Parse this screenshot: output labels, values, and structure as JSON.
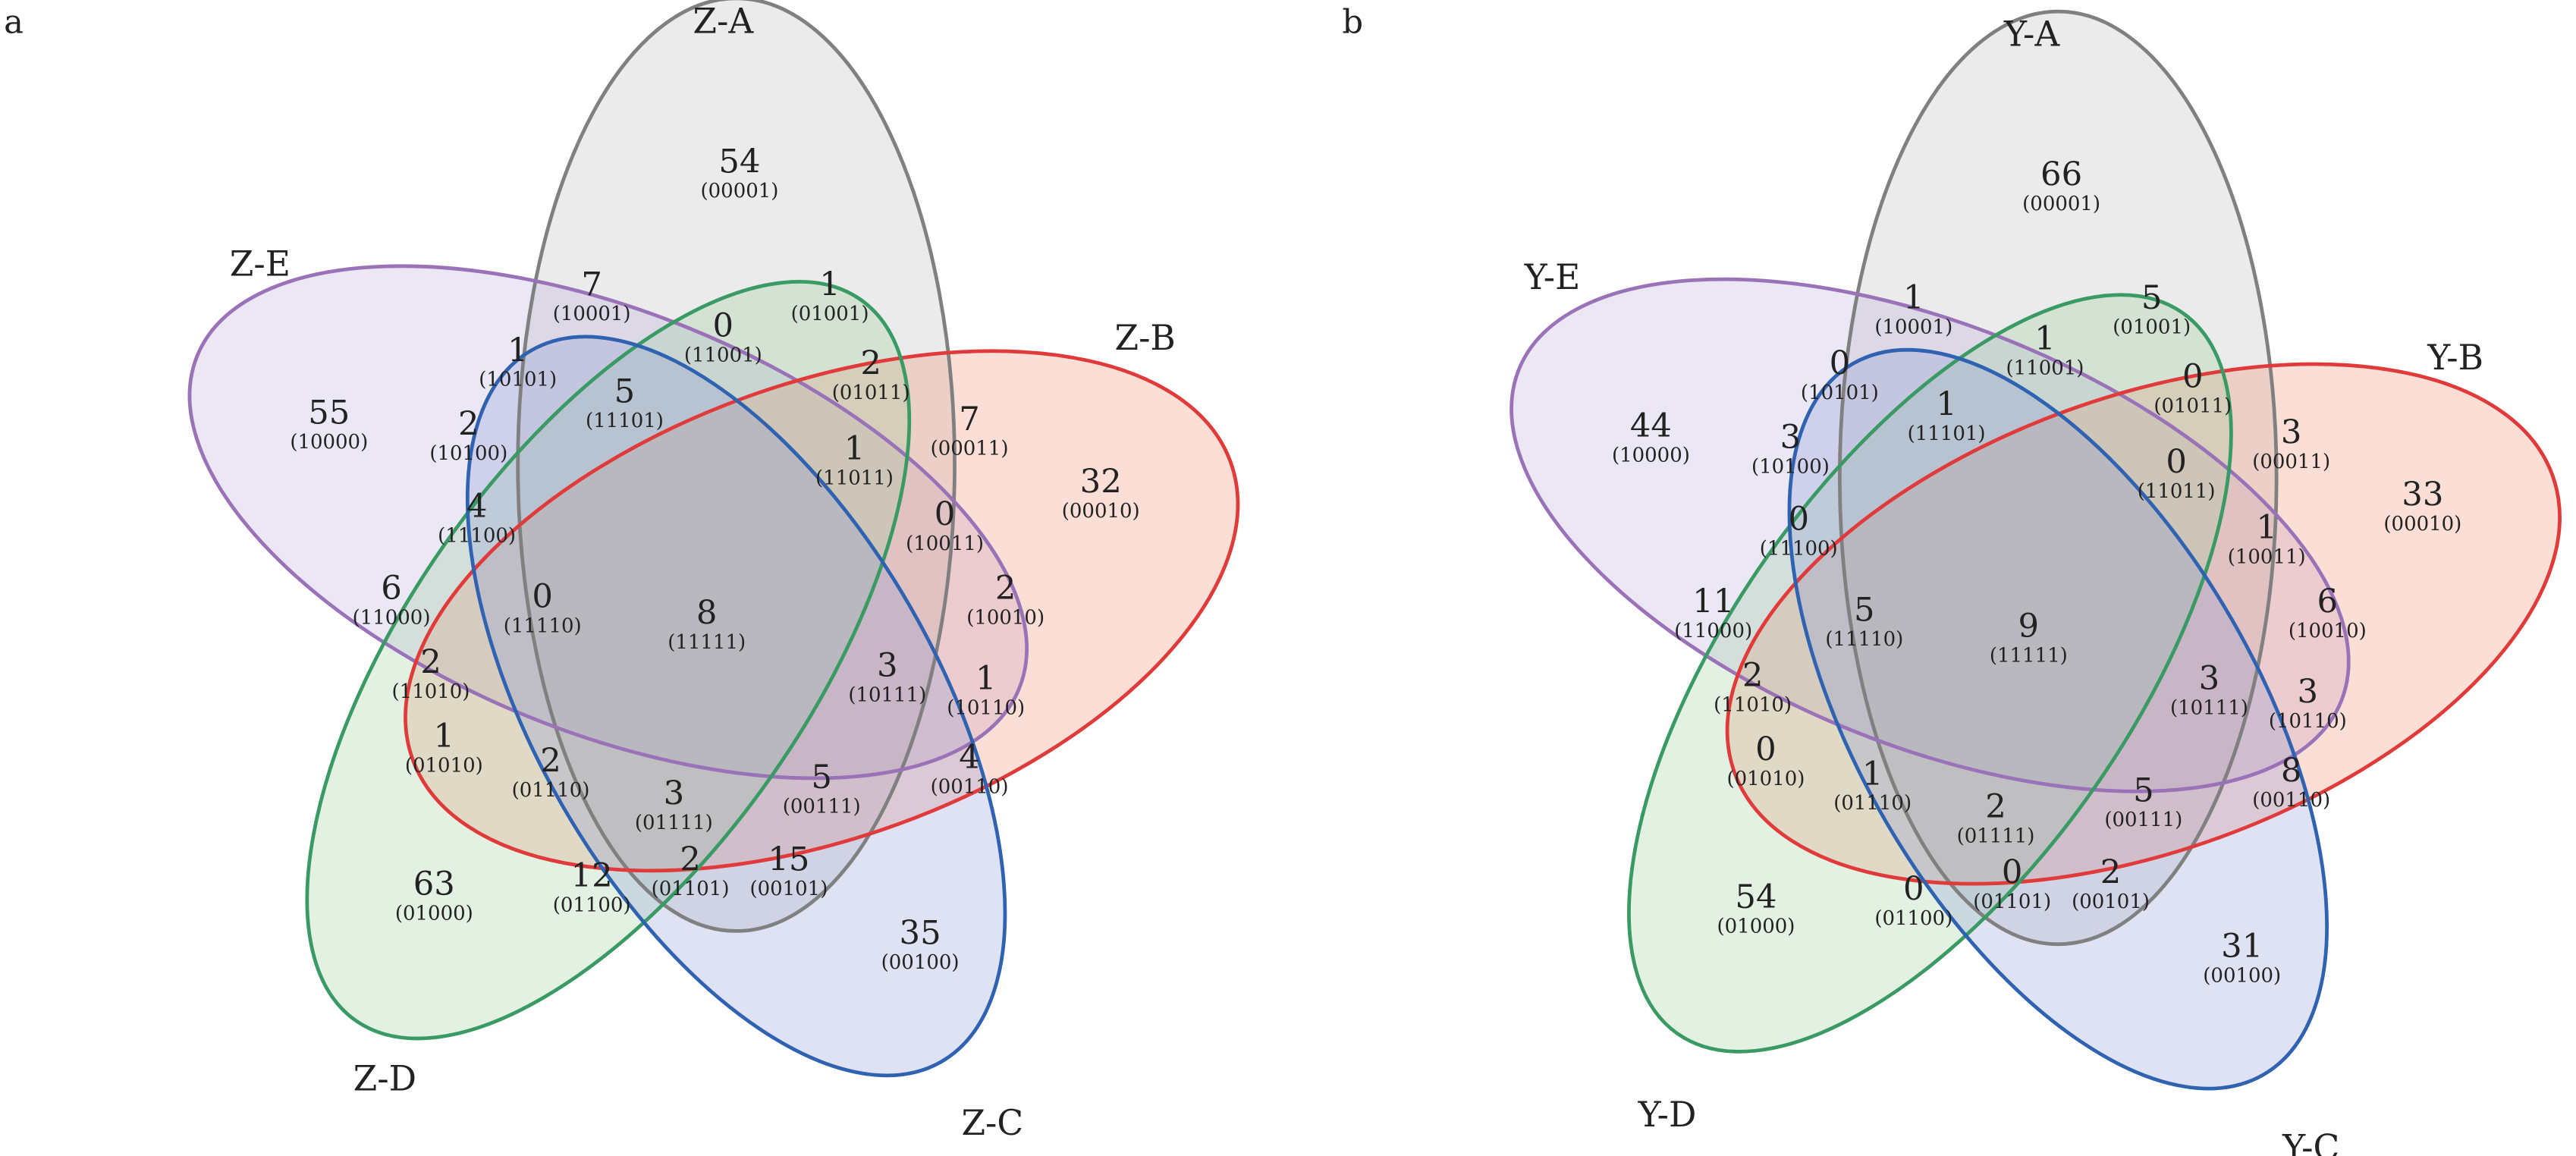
{
  "panels": [
    {
      "letter": "a",
      "sets": [
        {
          "key": "A",
          "label": "Z-A",
          "color": "#808080",
          "fill": "#b8b8b8"
        },
        {
          "key": "E",
          "label": "Z-E",
          "color": "#9a72b8",
          "fill": "#b8a8d8"
        },
        {
          "key": "B",
          "label": "Z-B",
          "color": "#e03a3a",
          "fill": "#f08a6a"
        },
        {
          "key": "D",
          "label": "Z-D",
          "color": "#3a9a64",
          "fill": "#9ccc9c"
        },
        {
          "key": "C",
          "label": "Z-C",
          "color": "#2f62b0",
          "fill": "#8a96d4"
        }
      ],
      "regions": [
        {
          "code": "(00001)",
          "count": "54"
        },
        {
          "code": "(10001)",
          "count": "7"
        },
        {
          "code": "(01001)",
          "count": "1"
        },
        {
          "code": "(11001)",
          "count": "0"
        },
        {
          "code": "(01011)",
          "count": "2"
        },
        {
          "code": "(00011)",
          "count": "7"
        },
        {
          "code": "(10101)",
          "count": "1"
        },
        {
          "code": "(11101)",
          "count": "5"
        },
        {
          "code": "(11011)",
          "count": "1"
        },
        {
          "code": "(10100)",
          "count": "2"
        },
        {
          "code": "(11100)",
          "count": "4"
        },
        {
          "code": "(10000)",
          "count": "55"
        },
        {
          "code": "(00010)",
          "count": "32"
        },
        {
          "code": "(10011)",
          "count": "0"
        },
        {
          "code": "(11111)",
          "count": "8"
        },
        {
          "code": "(10010)",
          "count": "2"
        },
        {
          "code": "(11000)",
          "count": "6"
        },
        {
          "code": "(11110)",
          "count": "0"
        },
        {
          "code": "(11010)",
          "count": "2"
        },
        {
          "code": "(10111)",
          "count": "3"
        },
        {
          "code": "(10110)",
          "count": "1"
        },
        {
          "code": "(01010)",
          "count": "1"
        },
        {
          "code": "(00110)",
          "count": "4"
        },
        {
          "code": "(01110)",
          "count": "2"
        },
        {
          "code": "(01111)",
          "count": "3"
        },
        {
          "code": "(00111)",
          "count": "5"
        },
        {
          "code": "(01100)",
          "count": "12"
        },
        {
          "code": "(01101)",
          "count": "2"
        },
        {
          "code": "(00101)",
          "count": "15"
        },
        {
          "code": "(01000)",
          "count": "63"
        },
        {
          "code": "(00100)",
          "count": "35"
        }
      ]
    },
    {
      "letter": "b",
      "sets": [
        {
          "key": "A",
          "label": "Y-A",
          "color": "#808080",
          "fill": "#b8b8b8"
        },
        {
          "key": "E",
          "label": "Y-E",
          "color": "#9a72b8",
          "fill": "#b8a8d8"
        },
        {
          "key": "B",
          "label": "Y-B",
          "color": "#e03a3a",
          "fill": "#f08a6a"
        },
        {
          "key": "D",
          "label": "Y-D",
          "color": "#3a9a64",
          "fill": "#9ccc9c"
        },
        {
          "key": "C",
          "label": "Y-C",
          "color": "#2f62b0",
          "fill": "#8a96d4"
        }
      ],
      "regions": [
        {
          "code": "(00001)",
          "count": "66"
        },
        {
          "code": "(10001)",
          "count": "1"
        },
        {
          "code": "(01001)",
          "count": "5"
        },
        {
          "code": "(11001)",
          "count": "1"
        },
        {
          "code": "(01011)",
          "count": "0"
        },
        {
          "code": "(00011)",
          "count": "3"
        },
        {
          "code": "(10101)",
          "count": "0"
        },
        {
          "code": "(11101)",
          "count": "1"
        },
        {
          "code": "(11011)",
          "count": "0"
        },
        {
          "code": "(10100)",
          "count": "3"
        },
        {
          "code": "(11100)",
          "count": "0"
        },
        {
          "code": "(10000)",
          "count": "44"
        },
        {
          "code": "(00010)",
          "count": "33"
        },
        {
          "code": "(10011)",
          "count": "1"
        },
        {
          "code": "(11111)",
          "count": "9"
        },
        {
          "code": "(10010)",
          "count": "6"
        },
        {
          "code": "(11000)",
          "count": "11"
        },
        {
          "code": "(11110)",
          "count": "5"
        },
        {
          "code": "(11010)",
          "count": "2"
        },
        {
          "code": "(10111)",
          "count": "3"
        },
        {
          "code": "(10110)",
          "count": "3"
        },
        {
          "code": "(01010)",
          "count": "0"
        },
        {
          "code": "(00110)",
          "count": "8"
        },
        {
          "code": "(01110)",
          "count": "1"
        },
        {
          "code": "(01111)",
          "count": "2"
        },
        {
          "code": "(00111)",
          "count": "5"
        },
        {
          "code": "(01100)",
          "count": "0"
        },
        {
          "code": "(01101)",
          "count": "0"
        },
        {
          "code": "(00101)",
          "count": "2"
        },
        {
          "code": "(01000)",
          "count": "54"
        },
        {
          "code": "(00100)",
          "count": "31"
        }
      ]
    }
  ]
}
